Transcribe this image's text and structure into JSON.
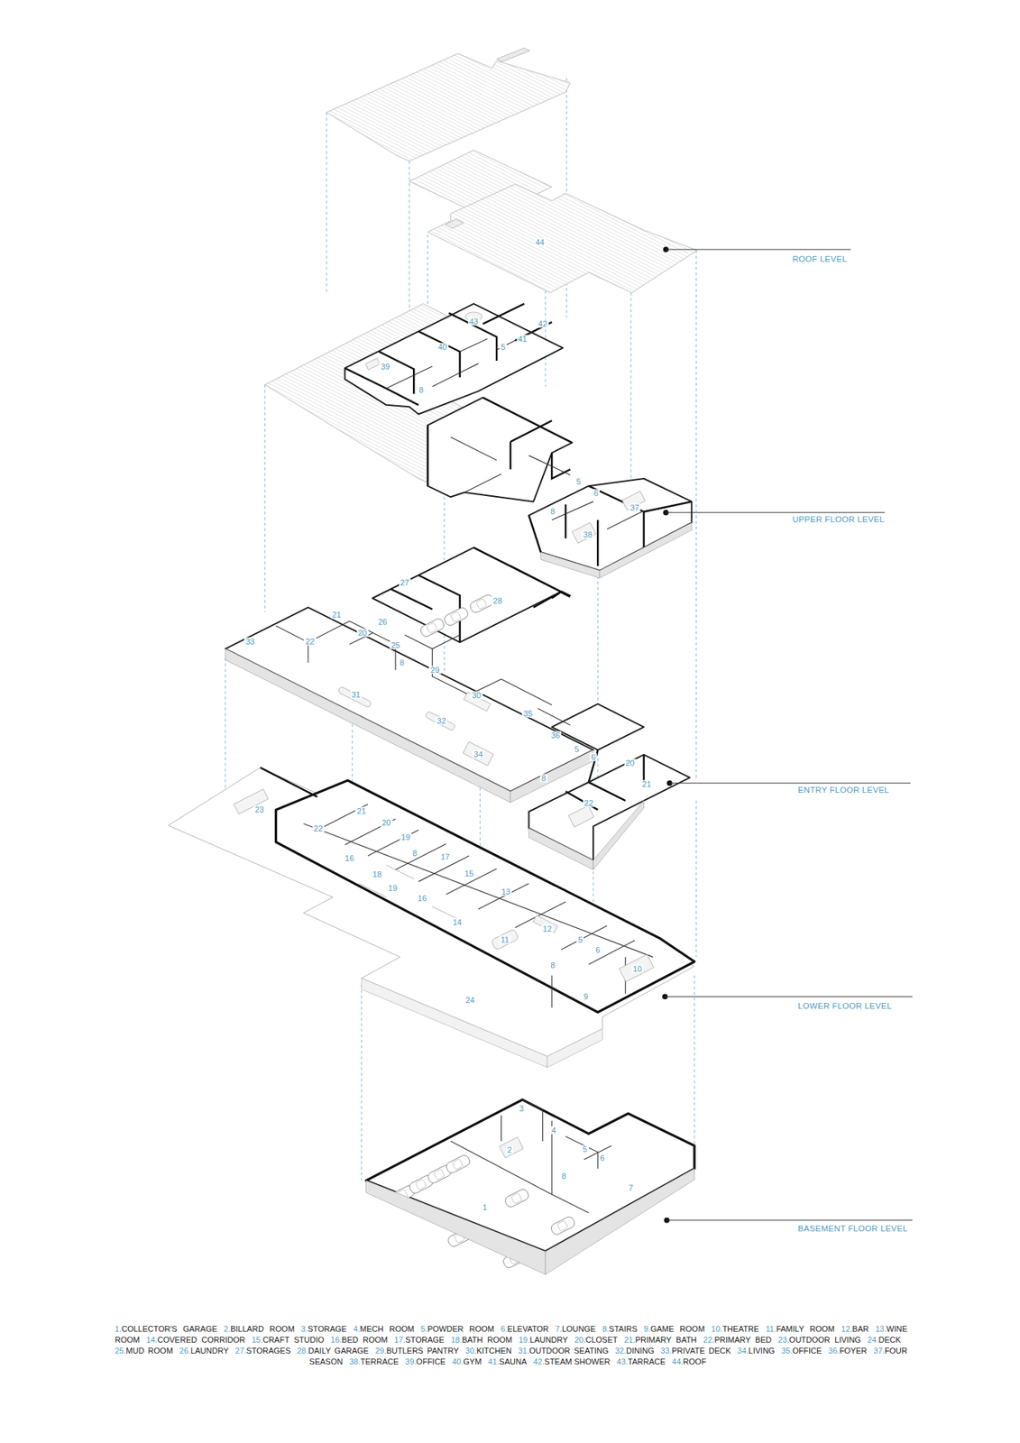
{
  "diagram": {
    "labels": [
      "44",
      "43",
      "42",
      "41",
      "40",
      "5",
      "39",
      "8",
      "5",
      "6",
      "37",
      "8",
      "38",
      "27",
      "28",
      "21",
      "26",
      "20",
      "33",
      "22",
      "25",
      "8",
      "29",
      "31",
      "30",
      "35",
      "32",
      "36",
      "5",
      "6",
      "34",
      "20",
      "8",
      "21",
      "22",
      "23",
      "21",
      "20",
      "22",
      "19",
      "8",
      "17",
      "16",
      "15",
      "18",
      "19",
      "13",
      "16",
      "14",
      "12",
      "11",
      "5",
      "6",
      "8",
      "10",
      "9",
      "24",
      "3",
      "4",
      "2",
      "5",
      "6",
      "8",
      "7",
      "1",
      "ROOF LEVEL",
      "UPPER FLOOR LEVEL",
      "ENTRY FLOOR LEVEL",
      "LOWER FLOOR LEVEL",
      "BASEMENT FLOOR LEVEL",
      "1.",
      "COLLECTOR'S GARAGE",
      "2.",
      "BILLARD ROOM",
      "3.",
      "STORAGE",
      "4.",
      "MECH ROOM",
      "5.",
      "POWDER ROOM",
      "6.",
      "ELEVATOR",
      "7.",
      "LOUNGE",
      "8.",
      "STAIRS",
      "9.",
      "GAME ROOM",
      "10.",
      "THEATRE",
      "11.",
      "FAMILY ROOM",
      "12.",
      "BAR",
      "13.",
      "WINE ROOM",
      "14.",
      "COVERED CORRIDOR",
      "15.",
      "CRAFT STUDIO",
      "16.",
      "BED ROOM",
      "17.",
      "STORAGE",
      "18.",
      "BATH ROOM",
      "19.",
      "LAUNDRY",
      "20.",
      "CLOSET",
      "21.",
      "PRIMARY BATH",
      "22.",
      "PRIMARY BED",
      "23.",
      "OUTDOOR LIVING",
      "24.",
      "DECK",
      "25.",
      "MUD ROOM",
      "26.",
      "LAUNDRY",
      "27.",
      "STORAGES",
      "28.",
      "DAILY GARAGE",
      "29.",
      "BUTLERS PANTRY",
      "30.",
      "KITCHEN",
      "31.",
      "OUTDOOR SEATING",
      "32.",
      "DINING",
      "33.",
      "PRIVATE DECK",
      "34.",
      "LIVING",
      "35.",
      "OFFICE",
      "36.",
      "FOYER",
      "37.",
      "FOUR SEASON",
      "38.",
      "TERRACE",
      "39.",
      "OFFICE",
      "40.",
      "GYM",
      "41.",
      "SAUNA",
      "42.",
      "STEAM SHOWER",
      "43.",
      "TARRACE",
      "44.",
      "ROOF"
    ]
  }
}
